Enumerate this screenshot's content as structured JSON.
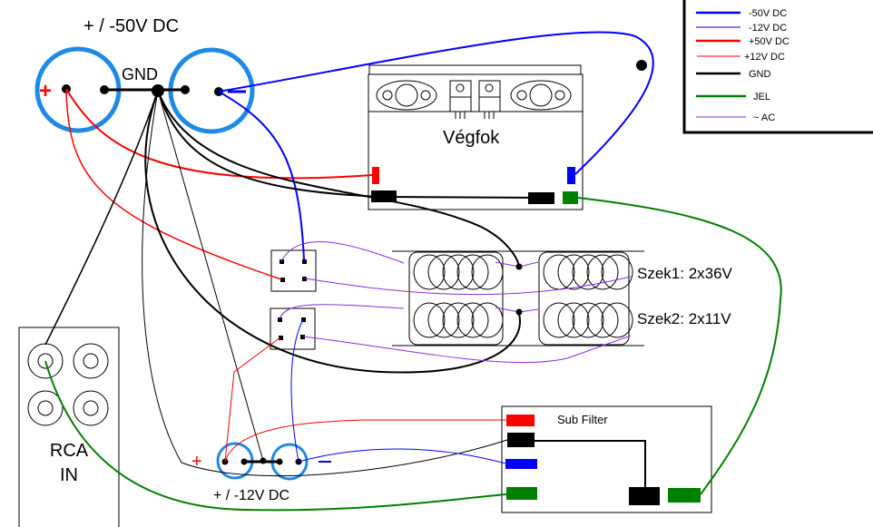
{
  "title": "+ / -50V DC",
  "gnd_label": "GND",
  "power_50": {
    "plus_symbol": "+",
    "minus_symbol": "−"
  },
  "power_12": {
    "label": "+ / -12V DC",
    "plus_symbol": "+",
    "minus_symbol": "−"
  },
  "amplifier": {
    "label": "Végfok"
  },
  "transformer": {
    "secondary1": "Szek1: 2x36V",
    "secondary2": "Szek2: 2x11V"
  },
  "rca": {
    "label_line1": "RCA",
    "label_line2": "IN"
  },
  "sub_filter": {
    "label": "Sub Filter"
  },
  "legend": {
    "items": [
      {
        "label": "-50V DC",
        "color": "#0000ff",
        "thick": true
      },
      {
        "label": "-12V DC",
        "color": "#0000ff",
        "thick": false
      },
      {
        "label": "+50V DC",
        "color": "#ff0000",
        "thick": true
      },
      {
        "label": "+12V DC",
        "color": "#ff0000",
        "thick": false
      },
      {
        "label": "GND",
        "color": "#000000",
        "thick": true
      },
      {
        "label": "JEL",
        "color": "#008000",
        "thick": true
      },
      {
        "label": "~ AC",
        "color": "#8a2be2",
        "thick": false
      }
    ]
  },
  "colors": {
    "cap_ring": "#1e8ae6",
    "plus": "#ff0000",
    "minus": "#0000ff",
    "gnd": "#000000",
    "signal": "#008000",
    "ac": "#8a2be2"
  }
}
